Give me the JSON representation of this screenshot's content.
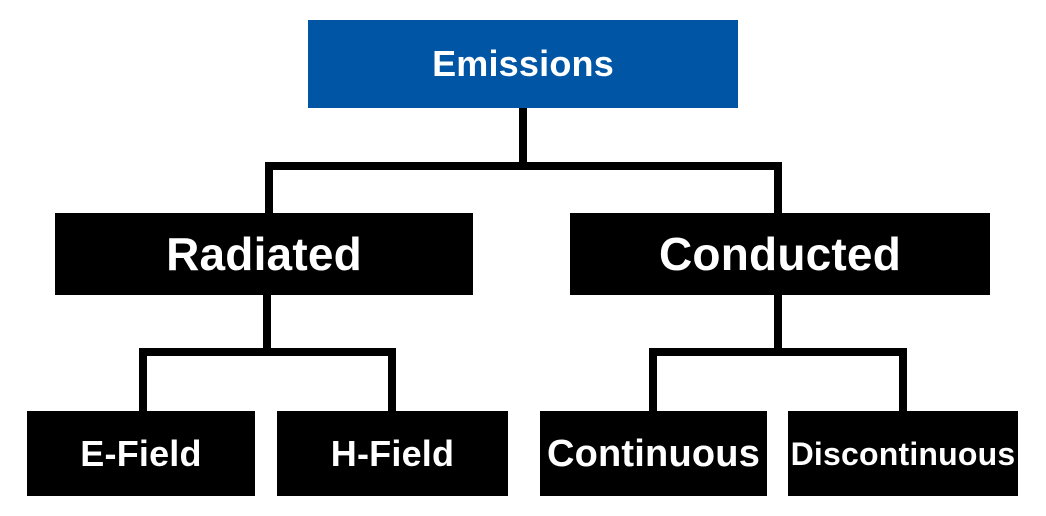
{
  "diagram": {
    "type": "tree-hierarchy",
    "title": "Emissions",
    "colors": {
      "root_box": "#0056A4",
      "node_box": "#000000",
      "text": "#FFFFFF",
      "background": "#FFFFFF",
      "connector": "#000000"
    },
    "nodes": {
      "root": {
        "label": "Emissions"
      },
      "level2": [
        {
          "label": "Radiated"
        },
        {
          "label": "Conducted"
        }
      ],
      "level3_radiated": [
        {
          "label": "E-Field"
        },
        {
          "label": "H-Field"
        }
      ],
      "level3_conducted": [
        {
          "label": "Continuous"
        },
        {
          "label": "Discontinuous"
        }
      ]
    },
    "edges": [
      {
        "from": "Emissions",
        "to": "Radiated"
      },
      {
        "from": "Emissions",
        "to": "Conducted"
      },
      {
        "from": "Radiated",
        "to": "E-Field"
      },
      {
        "from": "Radiated",
        "to": "H-Field"
      },
      {
        "from": "Conducted",
        "to": "Continuous"
      },
      {
        "from": "Conducted",
        "to": "Discontinuous"
      }
    ]
  }
}
